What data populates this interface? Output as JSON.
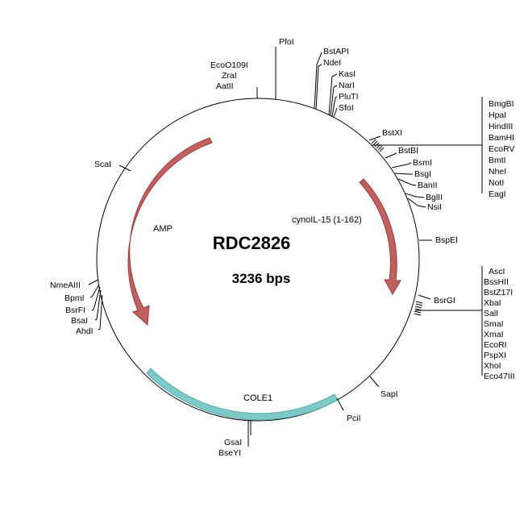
{
  "plasmid": {
    "name": "RDC2826",
    "size_label": "3236 bps"
  },
  "features": {
    "amp": {
      "label": "AMP",
      "color": "#c0605f"
    },
    "cyno": {
      "label": "cynoIL-15 (1-162)",
      "color": "#c0605f"
    },
    "cole1": {
      "label": "COLE1",
      "color": "#7ecac9"
    }
  },
  "sites": {
    "pfoi": "PfoI",
    "ecoo109i": "EcoO109I",
    "zrai": "ZraI",
    "aatii": "AatII",
    "bstapi": "BstAPI",
    "ndei": "NdeI",
    "kasi": "KasI",
    "nari": "NarI",
    "plutі": "PluTI",
    "sfoi": "SfoI",
    "mcs1": [
      "BmgBI",
      "HpaI",
      "HindIII",
      "BamHI",
      "EcoRV",
      "BmtI",
      "NheI",
      "NotI",
      "EagI"
    ],
    "bstxi": "BstXI",
    "bstbi": "BstBI",
    "bsmi": "BsmI",
    "bsgi": "BsgI",
    "banii": "BanII",
    "bglii": "BglII",
    "nsii": "NsiI",
    "bspei": "BspEI",
    "bsrgi": "BsrGI",
    "mcs2": [
      "AscI",
      "BssHII",
      "BstZ17I",
      "XbaI",
      "SalI",
      "SmaI",
      "XmaI",
      "EcoRI",
      "PspXI",
      "XhoI",
      "Eco47III"
    ],
    "sapi": "SapI",
    "pcii": "PciI",
    "gsai": "GsaI",
    "bseyi": "BseYI",
    "scai": "ScaI",
    "nmeaiii": "NmeAIII",
    "bpmi": "BpmI",
    "bsrfi": "BsrFI",
    "bsai": "BsaI",
    "ahdi": "AhdI"
  }
}
